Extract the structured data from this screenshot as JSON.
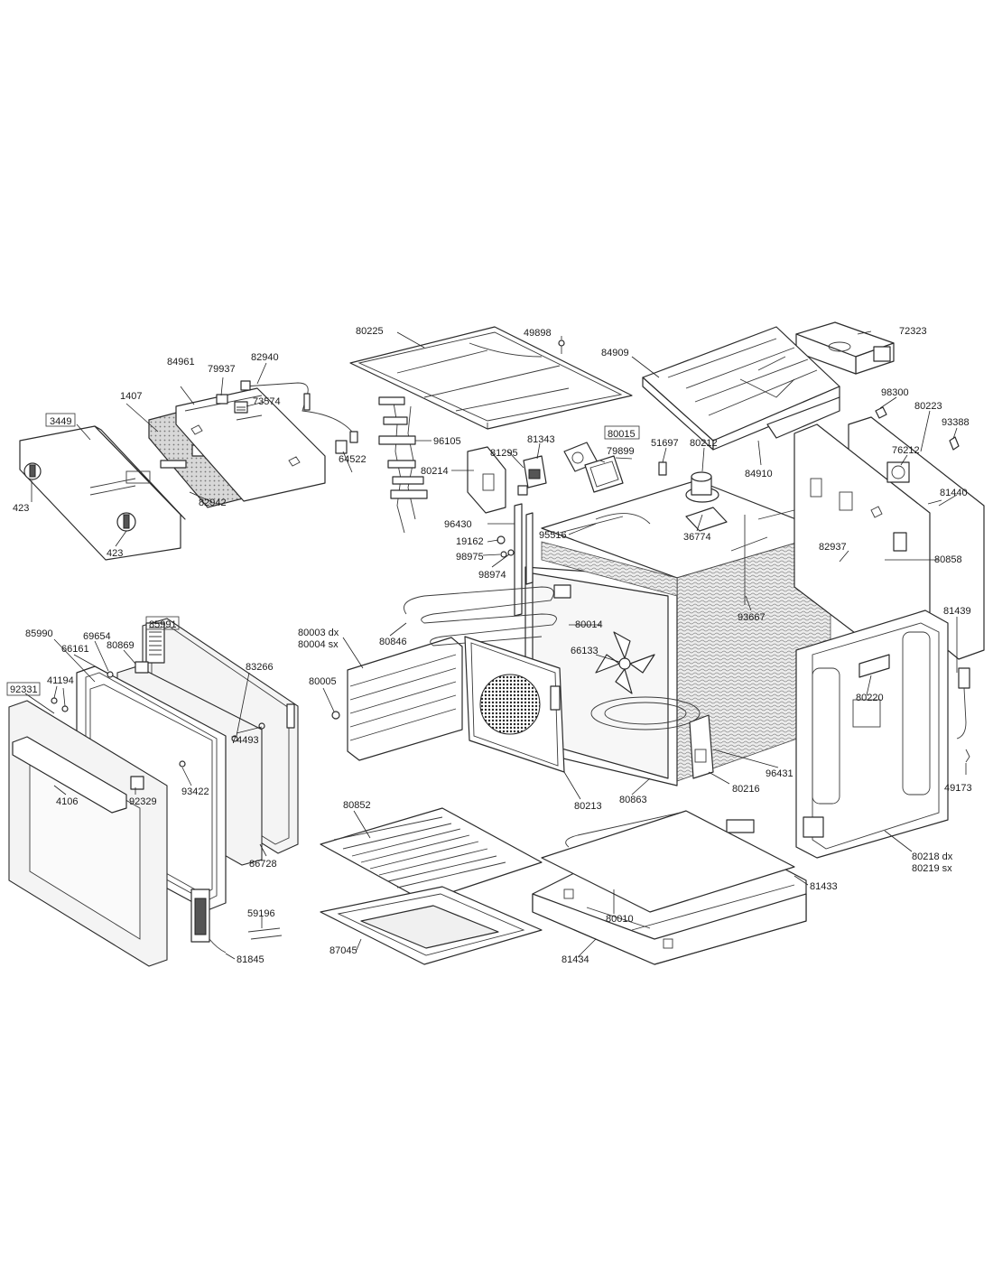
{
  "labels": {
    "p80225": "80225",
    "p49898": "49898",
    "p72323": "72323",
    "p84909": "84909",
    "p82940": "82940",
    "p84961": "84961",
    "p79937": "79937",
    "p73574": "73574",
    "p1407": "1407",
    "p3449": "3449",
    "p96105": "96105",
    "p64522": "64522",
    "p82942": "82942",
    "p423a": "423",
    "p423b": "423",
    "p81343": "81343",
    "p80015": "80015",
    "p81295": "81295",
    "p79899": "79899",
    "p51697": "51697",
    "p80212": "80212",
    "p80214": "80214",
    "p84910": "84910",
    "p98300": "98300",
    "p80223": "80223",
    "p76212": "76212",
    "p93388": "93388",
    "p81440": "81440",
    "p96430": "96430",
    "p19162": "19162",
    "p95516": "95516",
    "p36774": "36774",
    "p98975": "98975",
    "p98974": "98974",
    "p82937": "82937",
    "p80858": "80858",
    "p93667": "93667",
    "p80003": "80003 dx",
    "p80004": "80004 sx",
    "p80014": "80014",
    "p80846": "80846",
    "p66133": "66133",
    "p81439": "81439",
    "p85990": "85990",
    "p69654": "69654",
    "p85991": "85991",
    "p66161": "66161",
    "p80869": "80869",
    "p83266": "83266",
    "p41194": "41194",
    "p92331": "92331",
    "p80005": "80005",
    "p80220": "80220",
    "p74493": "74493",
    "p96431": "96431",
    "p93422": "93422",
    "p4106": "4106",
    "p92329": "92329",
    "p80216": "80216",
    "p49173": "49173",
    "p80213": "80213",
    "p80863": "80863",
    "p80852": "80852",
    "p80218": "80218 dx",
    "p80219": "80219 sx",
    "p86728": "86728",
    "p81433": "81433",
    "p59196": "59196",
    "p80010": "80010",
    "p87045": "87045",
    "p81845": "81845",
    "p81434": "81434"
  }
}
